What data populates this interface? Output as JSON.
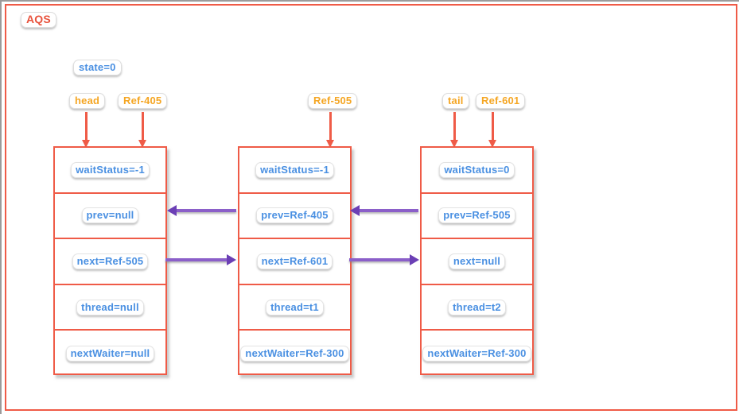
{
  "diagram": {
    "title": "AQS",
    "state_label": "state=0",
    "pointers": [
      {
        "name": "head-pointer",
        "label": "head"
      },
      {
        "name": "ref-405-pointer",
        "label": "Ref-405"
      },
      {
        "name": "ref-505-pointer",
        "label": "Ref-505"
      },
      {
        "name": "tail-pointer",
        "label": "tail"
      },
      {
        "name": "ref-601-pointer",
        "label": "Ref-601"
      }
    ],
    "nodes": [
      {
        "id": "node-head",
        "fields": [
          "waitStatus=-1",
          "prev=null",
          "next=Ref-505",
          "thread=null",
          "nextWaiter=null"
        ]
      },
      {
        "id": "node-middle",
        "fields": [
          "waitStatus=-1",
          "prev=Ref-405",
          "next=Ref-601",
          "thread=t1",
          "nextWaiter=Ref-300"
        ]
      },
      {
        "id": "node-tail",
        "fields": [
          "waitStatus=0",
          "prev=Ref-505",
          "next=null",
          "thread=t2",
          "nextWaiter=Ref-300"
        ]
      }
    ],
    "links": [
      {
        "name": "link-prev-middle-to-head",
        "direction": "left",
        "from": "node-middle",
        "to": "node-head",
        "field": "prev"
      },
      {
        "name": "link-prev-tail-to-middle",
        "direction": "left",
        "from": "node-tail",
        "to": "node-middle",
        "field": "prev"
      },
      {
        "name": "link-next-head-to-middle",
        "direction": "right",
        "from": "node-head",
        "to": "node-middle",
        "field": "next"
      },
      {
        "name": "link-next-middle-to-tail",
        "direction": "right",
        "from": "node-middle",
        "to": "node-tail",
        "field": "next"
      }
    ],
    "colors": {
      "frame": "#ef5b47",
      "pointer_text": "#f5a623",
      "field_text": "#4a90e2",
      "link": "#8b5fc9",
      "title": "#e8523c"
    }
  }
}
